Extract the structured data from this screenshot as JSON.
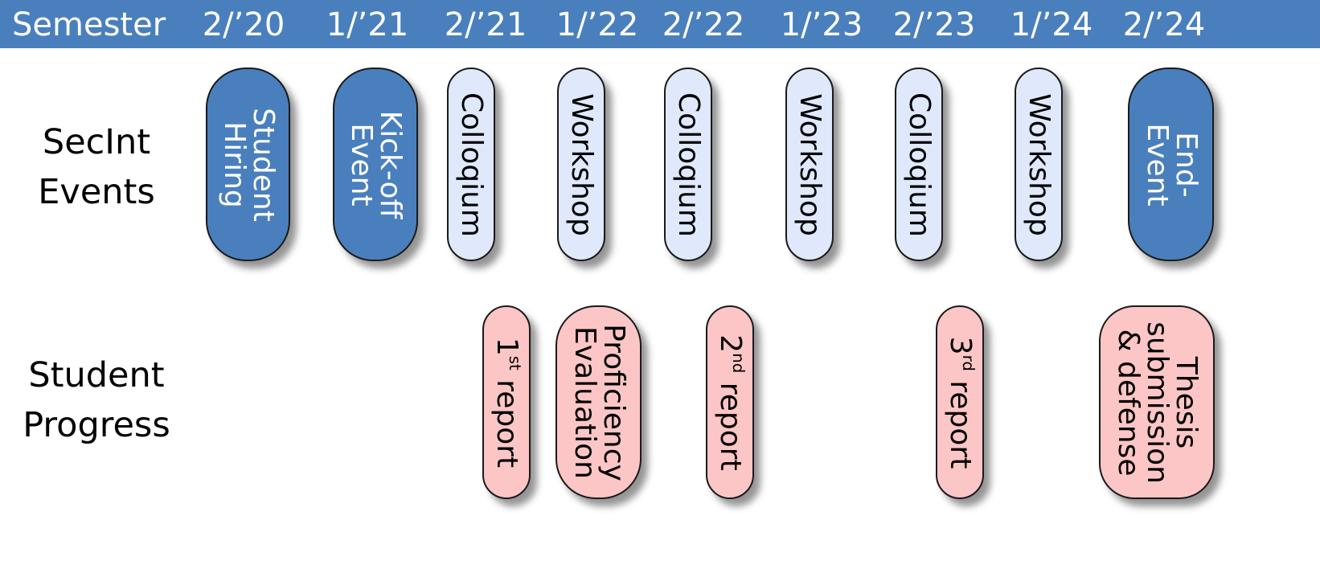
{
  "header": {
    "title": "Semester",
    "semesters": [
      "2/’20",
      "1/’21",
      "2/’21",
      "1/’22",
      "2/’22",
      "1/’23",
      "2/’23",
      "1/’24",
      "2/’24"
    ]
  },
  "rows": {
    "secint_events": [
      "SecInt",
      "Events"
    ],
    "student_progress": [
      "Student",
      "Progress"
    ]
  },
  "secint_events": [
    {
      "lines": [
        "Student",
        "Hiring"
      ],
      "style": "dark"
    },
    {
      "lines": [
        "Kick-off",
        "Event"
      ],
      "style": "dark"
    },
    {
      "lines": [
        "Colloqium"
      ],
      "style": "light"
    },
    {
      "lines": [
        "Workshop"
      ],
      "style": "light"
    },
    {
      "lines": [
        "Colloqium"
      ],
      "style": "light"
    },
    {
      "lines": [
        "Workshop"
      ],
      "style": "light"
    },
    {
      "lines": [
        "Colloqium"
      ],
      "style": "light"
    },
    {
      "lines": [
        "Workshop"
      ],
      "style": "light"
    },
    {
      "lines": [
        "End-",
        "Event"
      ],
      "style": "dark"
    }
  ],
  "student_progress": [
    {
      "num": "1",
      "sup": "st",
      "rest": " report",
      "style": "pink"
    },
    {
      "lines": [
        "Proficiency",
        "Evaluation"
      ],
      "style": "pink"
    },
    {
      "num": "2",
      "sup": "nd",
      "rest": " report",
      "style": "pink"
    },
    {
      "num": "3",
      "sup": "rd",
      "rest": " report",
      "style": "pink"
    },
    {
      "lines": [
        "Thesis",
        "submission",
        "& defense"
      ],
      "style": "pink"
    }
  ],
  "colors": {
    "header_blue": "#4a7fbd",
    "pill_dark": "#4a7fbd",
    "pill_light": "#dfe9fb",
    "pill_pink": "#fdc6c6"
  }
}
